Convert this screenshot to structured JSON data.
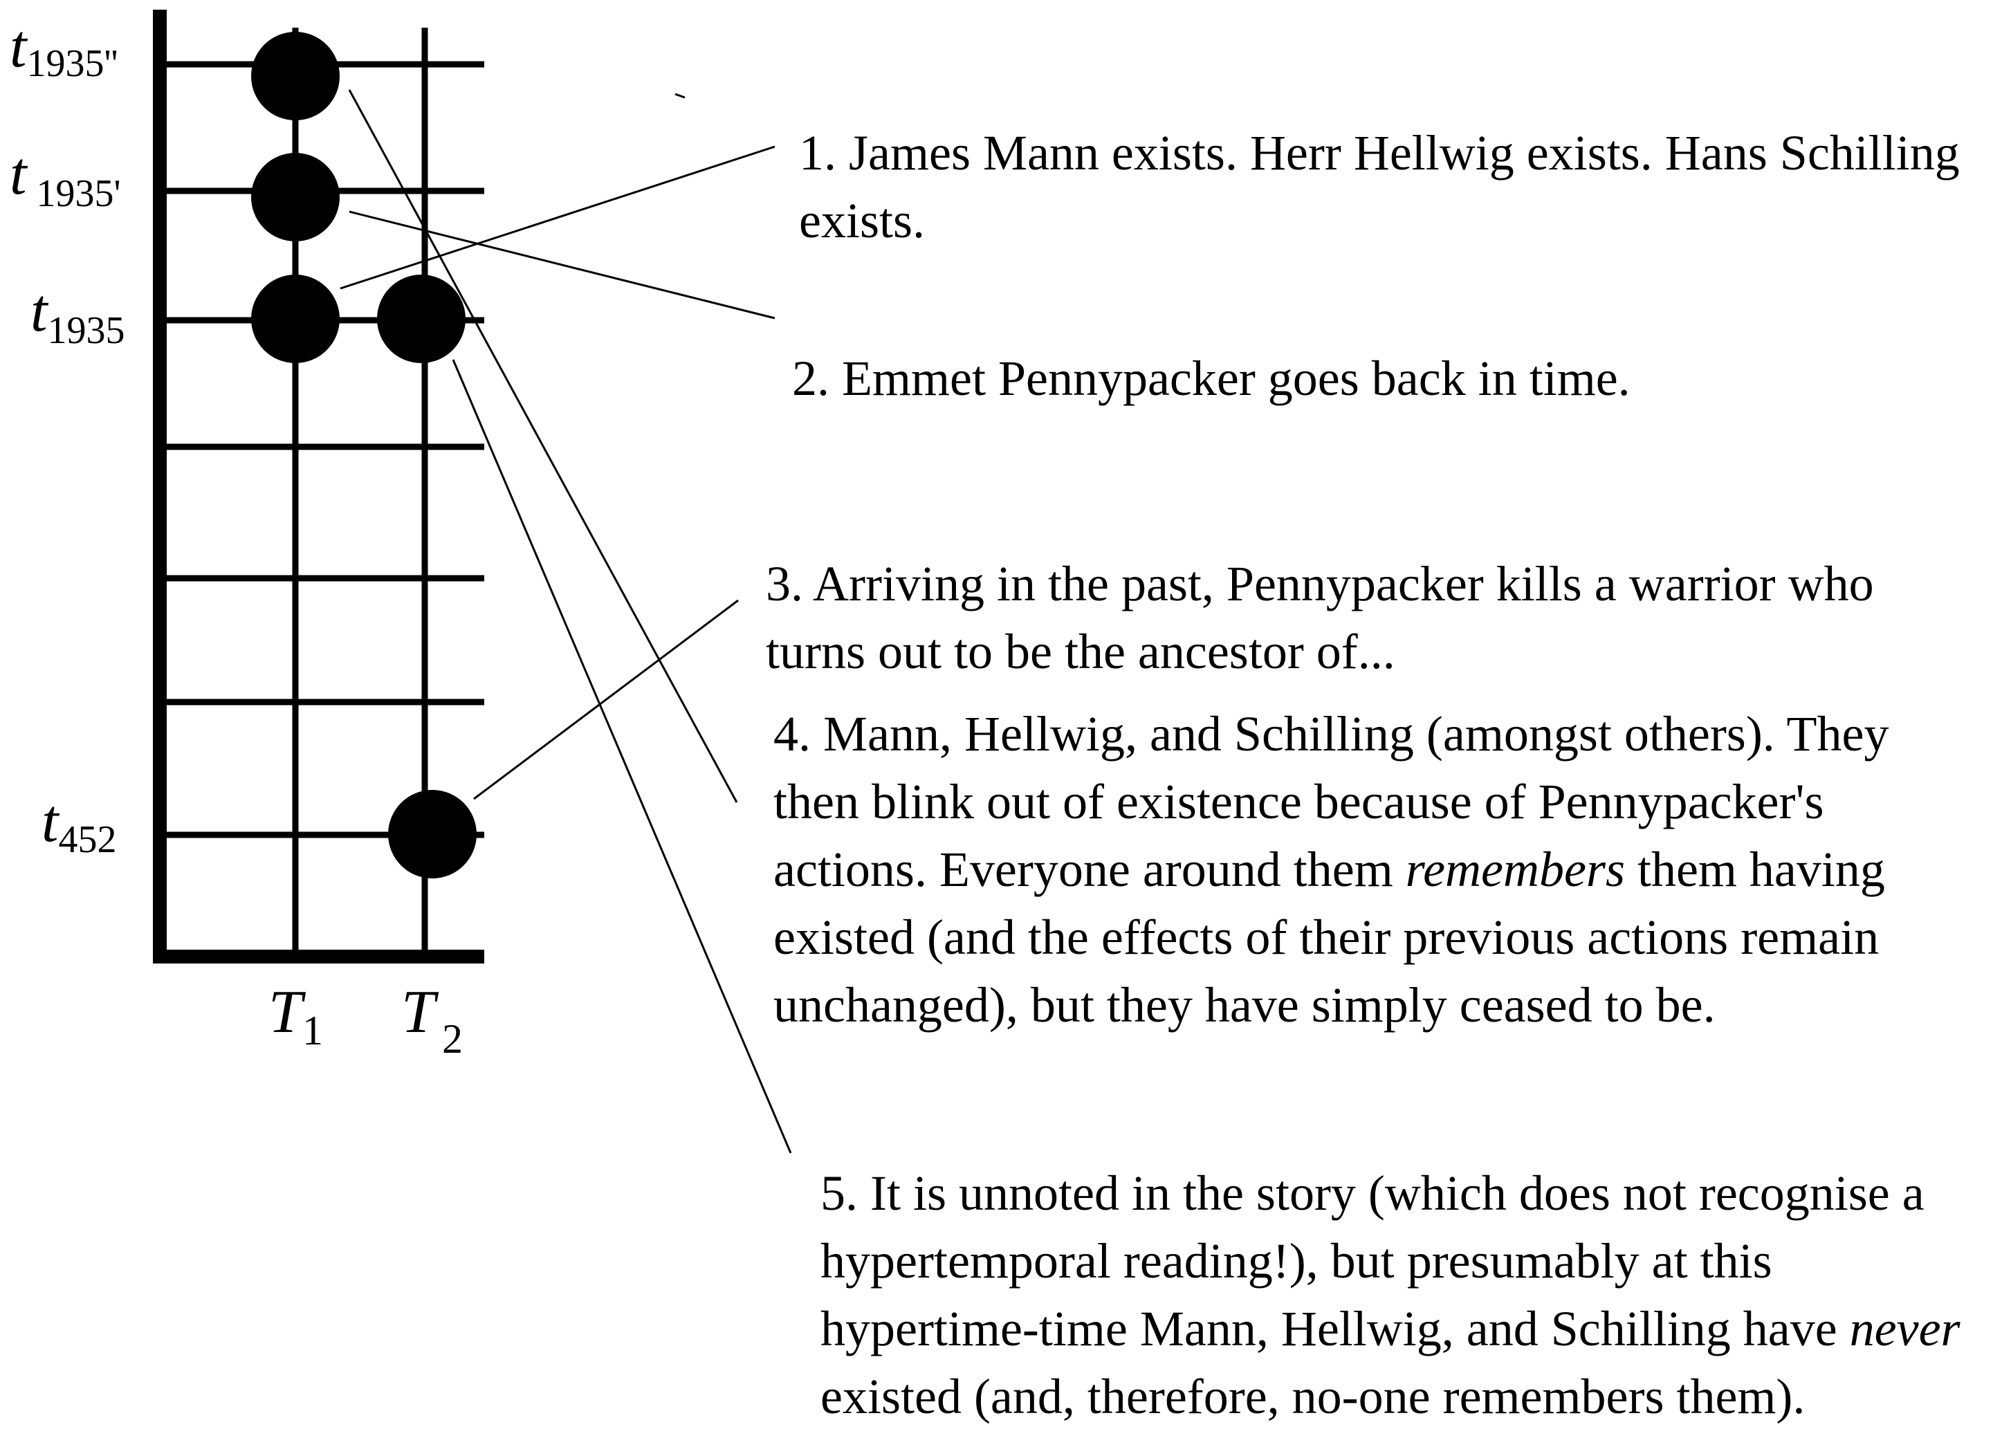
{
  "diagram": {
    "y_labels": [
      {
        "base": "t",
        "sub": "1935''"
      },
      {
        "base": "t",
        "sub": "1935'"
      },
      {
        "base": "t",
        "sub": "1935"
      },
      {
        "base": "t",
        "sub": "452"
      }
    ],
    "x_labels": [
      {
        "base": "T",
        "sub": "1"
      },
      {
        "base": "T",
        "sub": "2"
      }
    ],
    "colors": {
      "ink": "#000000",
      "background": "#ffffff"
    }
  },
  "notes": {
    "n1": "1. James Mann exists. Herr Hellwig exists. Hans Schilling exists.",
    "n2": "2. Emmet Pennypacker goes back in time.",
    "n3": "3. Arriving in the past, Pennypacker kills a warrior who turns out to be the ancestor of...",
    "n4_a": "4. Mann, Hellwig, and Schilling (amongst others). They then blink out of existence because of Pennypacker's actions. Everyone around them ",
    "n4_em": "remembers",
    "n4_b": " them having existed (and the effects of their previous actions remain unchanged), but they have simply ceased to be.",
    "n5_a": "5. It is unnoted in the story (which does not recognise a hypertemporal reading!), but presumably at this hypertime-time Mann, Hellwig, and Schilling have ",
    "n5_em": "never",
    "n5_b": " existed (and, therefore, no-one remembers them)."
  }
}
